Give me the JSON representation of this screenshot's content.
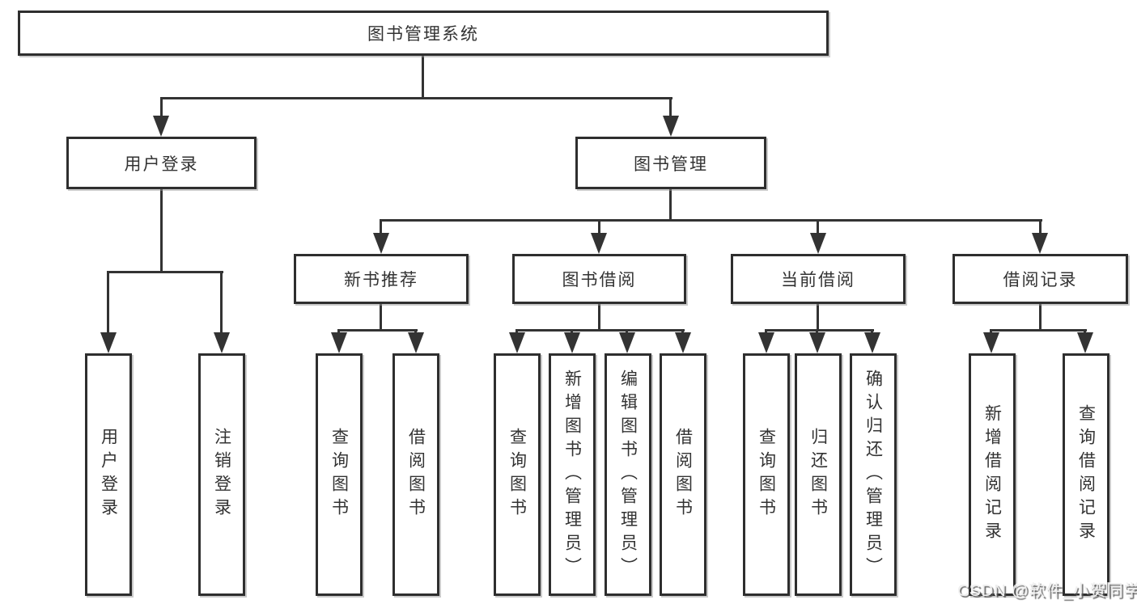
{
  "tree": {
    "root": {
      "label": "图书管理系统"
    },
    "children": [
      {
        "label": "用户登录",
        "children": [
          {
            "label": "用户登录"
          },
          {
            "label": "注销登录"
          }
        ]
      },
      {
        "label": "图书管理",
        "children": [
          {
            "label": "新书推荐",
            "children": [
              {
                "label": "查询图书"
              },
              {
                "label": "借阅图书"
              }
            ]
          },
          {
            "label": "图书借阅",
            "children": [
              {
                "label": "查询图书"
              },
              {
                "label": "新增图书（管理员）"
              },
              {
                "label": "编辑图书（管理员）"
              },
              {
                "label": "借阅图书"
              }
            ]
          },
          {
            "label": "当前借阅",
            "children": [
              {
                "label": "查询图书"
              },
              {
                "label": "归还图书"
              },
              {
                "label": "确认归还（管理员）"
              }
            ]
          },
          {
            "label": "借阅记录",
            "children": [
              {
                "label": "新增借阅记录"
              },
              {
                "label": "查询借阅记录"
              }
            ]
          }
        ]
      }
    ]
  },
  "watermark": {
    "text": "CSDN @软件_小贺同学"
  },
  "colors": {
    "line": "#333333",
    "box_border": "#2e2e2e",
    "text": "#333333",
    "background": "#ffffff"
  }
}
